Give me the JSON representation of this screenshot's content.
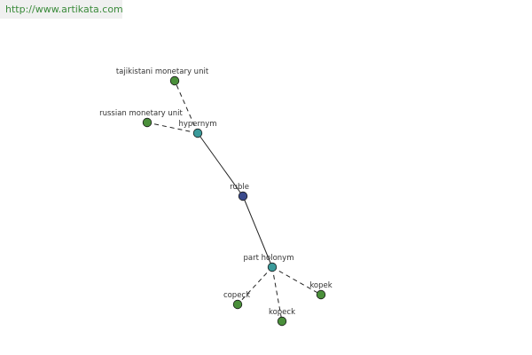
{
  "watermark": {
    "url": "http://www.artikata.com"
  },
  "colors": {
    "background": "#ffffff",
    "banner": "#f0f0f0",
    "url_text": "#3a8a3a",
    "edge": "#222222",
    "node_outline": "#1a1a1a",
    "center_node": "#3a4a8c",
    "relation_node": "#3a9a9a",
    "leaf_node": "#4a8f3a",
    "label_text": "#333333"
  },
  "graph": {
    "center": {
      "id": "ruble",
      "label": "ruble",
      "kind": "center"
    },
    "relations": [
      {
        "id": "hypernym",
        "label": "hypernym",
        "kind": "relation",
        "targets": [
          {
            "id": "tajikistani",
            "label": "tajikistani monetary unit",
            "kind": "leaf"
          },
          {
            "id": "russian",
            "label": "russian monetary unit",
            "kind": "leaf"
          }
        ]
      },
      {
        "id": "part-holonym",
        "label": "part holonym",
        "kind": "relation",
        "targets": [
          {
            "id": "copeck",
            "label": "copeck",
            "kind": "leaf"
          },
          {
            "id": "kopeck",
            "label": "kopeck",
            "kind": "leaf"
          },
          {
            "id": "kopek",
            "label": "kopek",
            "kind": "leaf"
          }
        ]
      }
    ]
  }
}
